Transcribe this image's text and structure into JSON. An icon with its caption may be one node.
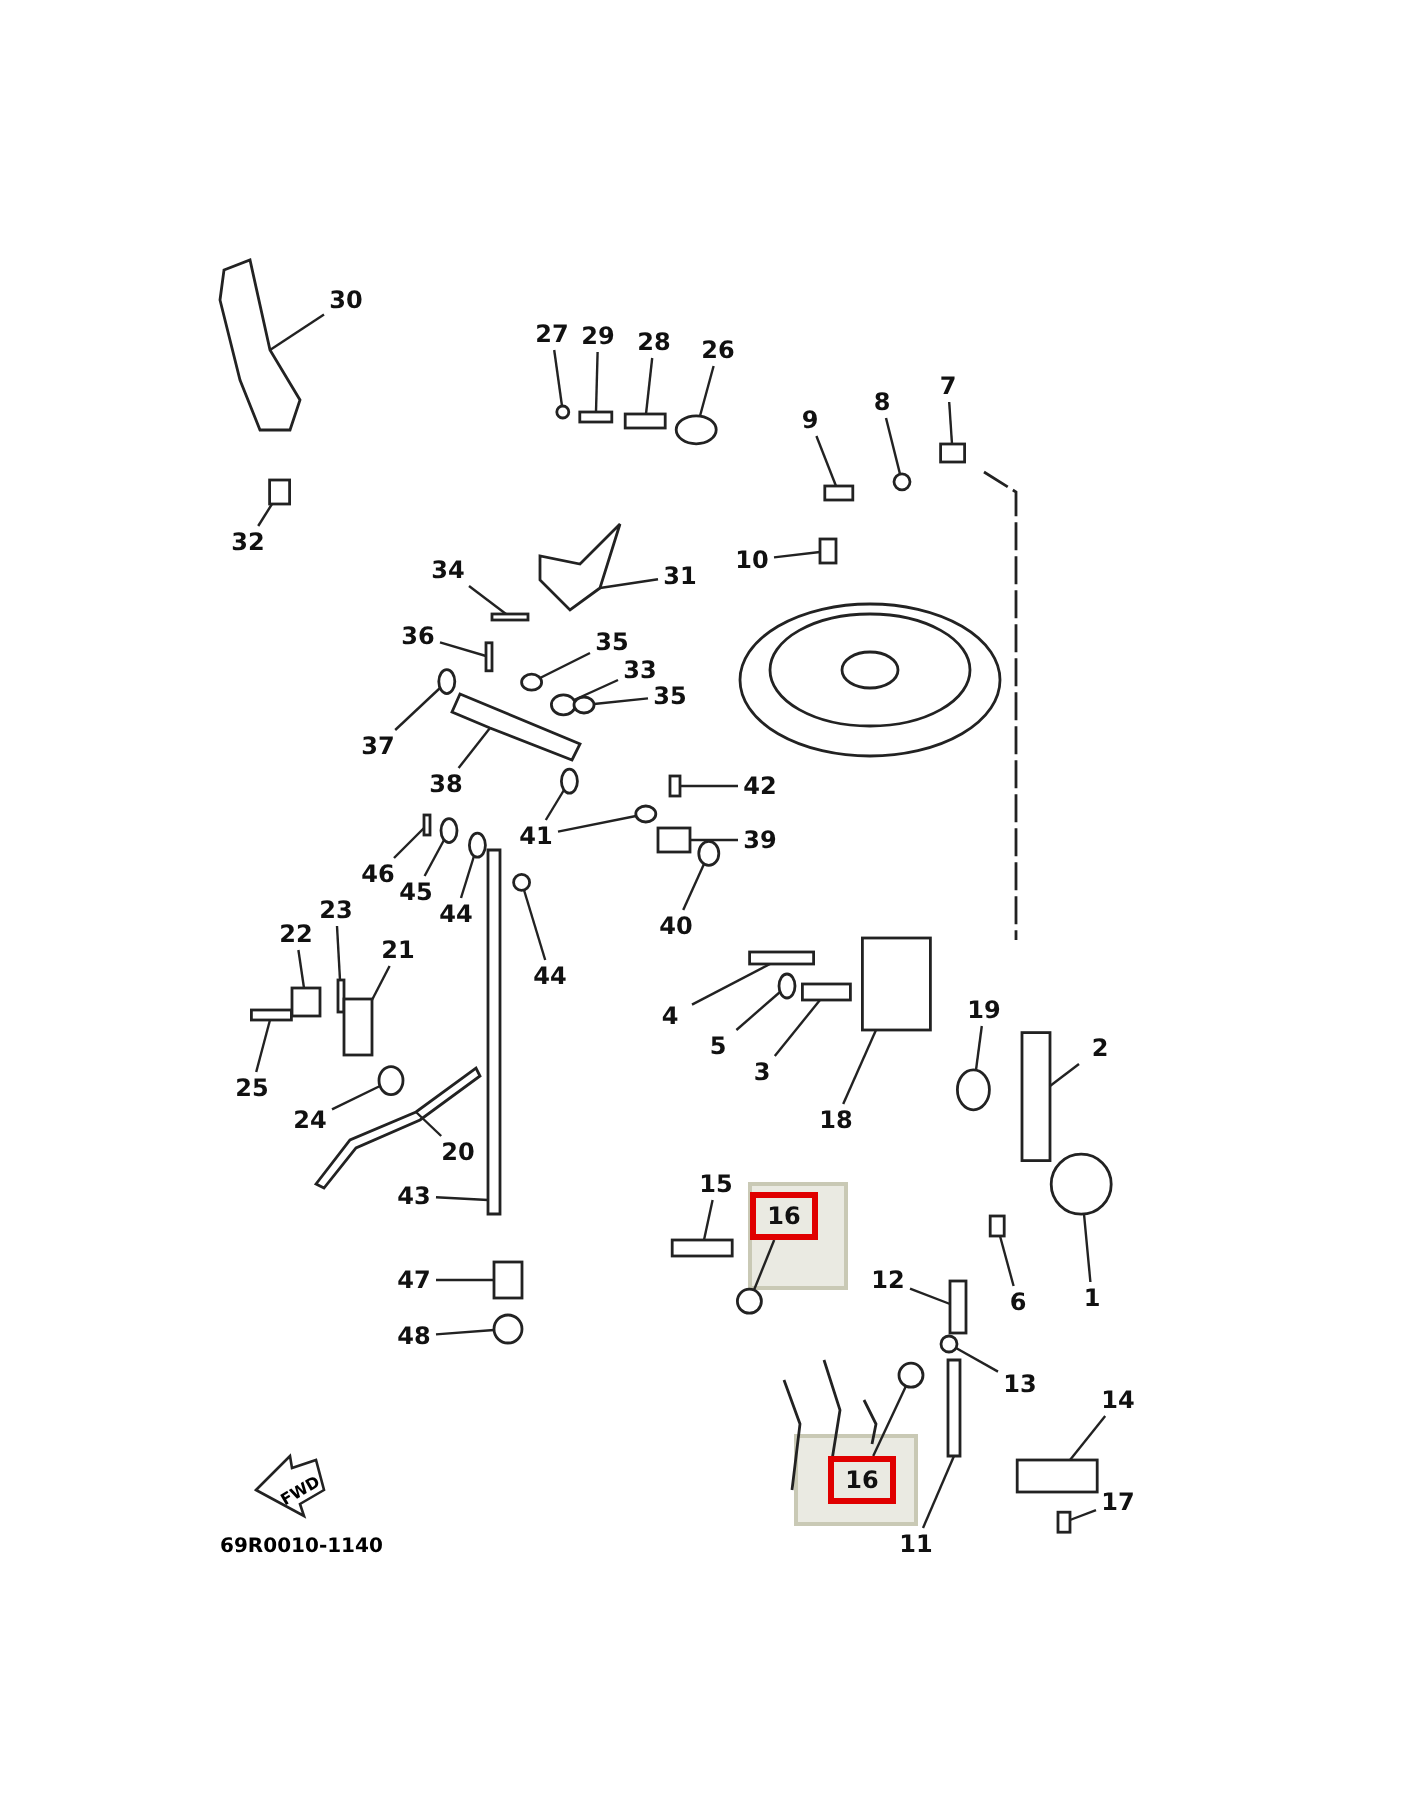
{
  "diagram": {
    "nodes": [
      {
        "text": [
          "30"
        ]
      },
      {
        "text": [
          "27"
        ]
      },
      {
        "text": [
          "29"
        ]
      },
      {
        "text": [
          "28"
        ]
      },
      {
        "text": [
          "26"
        ]
      },
      {
        "text": [
          "7"
        ]
      },
      {
        "text": [
          "8"
        ]
      },
      {
        "text": [
          "9"
        ]
      },
      {
        "text": [
          "32"
        ]
      },
      {
        "text": [
          "10"
        ]
      },
      {
        "text": [
          "34"
        ]
      },
      {
        "text": [
          "31"
        ]
      },
      {
        "text": [
          "36"
        ]
      },
      {
        "text": [
          "35"
        ]
      },
      {
        "text": [
          "33"
        ]
      },
      {
        "text": [
          "35"
        ]
      },
      {
        "text": [
          "37"
        ]
      },
      {
        "text": [
          "38"
        ]
      },
      {
        "text": [
          "42"
        ]
      },
      {
        "text": [
          "41"
        ]
      },
      {
        "text": [
          "39"
        ]
      },
      {
        "text": [
          "46"
        ]
      },
      {
        "text": [
          "45"
        ]
      },
      {
        "text": [
          "44"
        ]
      },
      {
        "text": [
          "23"
        ]
      },
      {
        "text": [
          "40"
        ]
      },
      {
        "text": [
          "22"
        ]
      },
      {
        "text": [
          "21"
        ]
      },
      {
        "text": [
          "44"
        ]
      },
      {
        "text": [
          "19"
        ]
      },
      {
        "text": [
          "4"
        ]
      },
      {
        "text": [
          "5"
        ]
      },
      {
        "text": [
          "2"
        ]
      },
      {
        "text": [
          "3"
        ]
      },
      {
        "text": [
          "25"
        ]
      },
      {
        "text": [
          "24"
        ]
      },
      {
        "text": [
          "18"
        ]
      },
      {
        "text": [
          "20"
        ]
      },
      {
        "text": [
          "15"
        ]
      },
      {
        "text": [
          "43"
        ]
      },
      {
        "text": [
          "16"
        ]
      },
      {
        "text": [
          "12"
        ]
      },
      {
        "text": [
          "47"
        ]
      },
      {
        "text": [
          "1"
        ]
      },
      {
        "text": [
          "6"
        ]
      },
      {
        "text": [
          "48"
        ]
      },
      {
        "text": [
          "13"
        ]
      },
      {
        "text": [
          "14"
        ]
      },
      {
        "text": [
          "16"
        ]
      },
      {
        "text": [
          "11"
        ]
      },
      {
        "text": [
          "17"
        ]
      },
      {
        "text": [],
        "shape": "picture"
      },
      {
        "text": [],
        "shape": "circle"
      },
      {
        "text": [],
        "shape": "box"
      },
      {
        "text": [],
        "shape": "box"
      },
      {
        "text": [],
        "shape": "circle"
      },
      {
        "text": [],
        "shape": "box"
      },
      {
        "text": [],
        "shape": "circle"
      },
      {
        "text": [],
        "shape": "box"
      },
      {
        "text": [],
        "shape": "box"
      },
      {
        "text": [],
        "shape": "box"
      },
      {
        "text": [],
        "shape": "box"
      },
      {
        "text": [],
        "shape": "picture"
      },
      {
        "text": [],
        "shape": "box"
      },
      {
        "text": [],
        "shape": "circle"
      },
      {
        "text": [],
        "shape": "circle"
      },
      {
        "text": [],
        "shape": "circle"
      },
      {
        "text": [],
        "shape": "circle"
      },
      {
        "text": [],
        "shape": "picture"
      },
      {
        "text": [],
        "shape": "box"
      },
      {
        "text": [],
        "shape": "circle"
      },
      {
        "text": [],
        "shape": "box"
      },
      {
        "text": [],
        "shape": "box"
      },
      {
        "text": [],
        "shape": "circle"
      },
      {
        "text": [],
        "shape": "circle"
      },
      {
        "text": [],
        "shape": "box"
      },
      {
        "text": [],
        "shape": "circle"
      },
      {
        "text": [],
        "shape": "box"
      },
      {
        "text": [],
        "shape": "box"
      },
      {
        "text": [],
        "shape": "circle"
      },
      {
        "text": [],
        "shape": "circle"
      },
      {
        "text": [],
        "shape": "box"
      },
      {
        "text": [],
        "shape": "circle"
      },
      {
        "text": [],
        "shape": "box"
      },
      {
        "text": [],
        "shape": "box"
      },
      {
        "text": [],
        "shape": "box"
      },
      {
        "text": [],
        "shape": "circle"
      },
      {
        "text": [],
        "shape": "box"
      },
      {
        "text": [],
        "shape": "picture"
      },
      {
        "text": [],
        "shape": "box"
      },
      {
        "text": [],
        "shape": "box"
      },
      {
        "text": [],
        "shape": "circle"
      },
      {
        "text": [],
        "shape": "box"
      },
      {
        "text": [],
        "shape": "box"
      },
      {
        "text": [],
        "shape": "circle"
      },
      {
        "text": [],
        "shape": "box"
      },
      {
        "text": [],
        "shape": "circle"
      },
      {
        "text": [],
        "shape": "circle"
      },
      {
        "text": [],
        "shape": "box"
      },
      {
        "text": [],
        "shape": "circle"
      },
      {
        "text": [],
        "shape": "box"
      },
      {
        "text": [],
        "shape": "box"
      },
      {
        "text": [],
        "shape": "circle"
      }
    ],
    "edges": [
      {
        "from": 0,
        "to": 51,
        "arrow": "none"
      },
      {
        "from": 1,
        "to": 52,
        "arrow": "none"
      },
      {
        "from": 2,
        "to": 53,
        "arrow": "none"
      },
      {
        "from": 3,
        "to": 54,
        "arrow": "none"
      },
      {
        "from": 4,
        "to": 55,
        "arrow": "none"
      },
      {
        "from": 5,
        "to": 56,
        "arrow": "none"
      },
      {
        "from": 6,
        "to": 57,
        "arrow": "none"
      },
      {
        "from": 7,
        "to": 58,
        "arrow": "none"
      },
      {
        "from": 8,
        "to": 59,
        "arrow": "none"
      },
      {
        "from": 9,
        "to": 60,
        "arrow": "none"
      },
      {
        "from": 10,
        "to": 61,
        "arrow": "none"
      },
      {
        "from": 11,
        "to": 62,
        "arrow": "none"
      },
      {
        "from": 12,
        "to": 63,
        "arrow": "none"
      },
      {
        "from": 13,
        "to": 64,
        "arrow": "none"
      },
      {
        "from": 14,
        "to": 65,
        "arrow": "none"
      },
      {
        "from": 15,
        "to": 66,
        "arrow": "none"
      },
      {
        "from": 16,
        "to": 67,
        "arrow": "none"
      },
      {
        "from": 17,
        "to": 68,
        "arrow": "none"
      },
      {
        "from": 18,
        "to": 69,
        "arrow": "none"
      },
      {
        "from": 19,
        "to": 70,
        "arrow": "none"
      },
      {
        "from": 20,
        "to": 71,
        "arrow": "none"
      },
      {
        "from": 21,
        "to": 72,
        "arrow": "none"
      },
      {
        "from": 22,
        "to": 73,
        "arrow": "none"
      },
      {
        "from": 23,
        "to": 74,
        "arrow": "none"
      },
      {
        "from": 24,
        "to": 75,
        "arrow": "none"
      },
      {
        "from": 25,
        "to": 76,
        "arrow": "none"
      },
      {
        "from": 26,
        "to": 77,
        "arrow": "none"
      },
      {
        "from": 27,
        "to": 78,
        "arrow": "none"
      },
      {
        "from": 28,
        "to": 79,
        "arrow": "none"
      },
      {
        "from": 29,
        "to": 80,
        "arrow": "none"
      },
      {
        "from": 30,
        "to": 81,
        "arrow": "none"
      },
      {
        "from": 31,
        "to": 82,
        "arrow": "none"
      },
      {
        "from": 32,
        "to": 83,
        "arrow": "none"
      },
      {
        "from": 33,
        "to": 84,
        "arrow": "none"
      },
      {
        "from": 34,
        "to": 85,
        "arrow": "none"
      },
      {
        "from": 35,
        "to": 86,
        "arrow": "none"
      },
      {
        "from": 36,
        "to": 87,
        "arrow": "none"
      },
      {
        "from": 37,
        "to": 88,
        "arrow": "none"
      },
      {
        "from": 38,
        "to": 89,
        "arrow": "none"
      },
      {
        "from": 39,
        "to": 90,
        "arrow": "none"
      },
      {
        "from": 40,
        "to": 91,
        "arrow": "none"
      },
      {
        "from": 41,
        "to": 92,
        "arrow": "none"
      },
      {
        "from": 42,
        "to": 93,
        "arrow": "none"
      },
      {
        "from": 43,
        "to": 94,
        "arrow": "none"
      },
      {
        "from": 44,
        "to": 95,
        "arrow": "none"
      },
      {
        "from": 45,
        "to": 96,
        "arrow": "none"
      },
      {
        "from": 46,
        "to": 97,
        "arrow": "none"
      },
      {
        "from": 47,
        "to": 98,
        "arrow": "none"
      },
      {
        "from": 48,
        "to": 99,
        "arrow": "none"
      },
      {
        "from": 49,
        "to": 100,
        "arrow": "none"
      },
      {
        "from": 50,
        "to": 101,
        "arrow": "none"
      },
      {
        "from": 19,
        "to": 102,
        "arrow": "none"
      }
    ],
    "labels": [
      "FWD",
      "69R0010-1140"
    ]
  }
}
